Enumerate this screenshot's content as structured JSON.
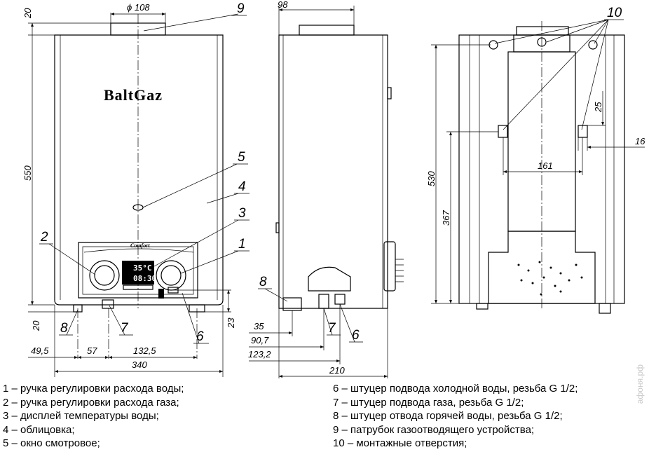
{
  "brand": "BaltGaz",
  "model_badge": "Comfort",
  "display": {
    "temperature": "35°C",
    "time": "08:30"
  },
  "front_dims": {
    "flue_diameter": "ϕ 108",
    "top_gap": "20",
    "height": "550",
    "bottom_gap": "20",
    "offset_a": "49,5",
    "offset_b": "57",
    "offset_c": "132,5",
    "width": "340",
    "nozzle_height": "23"
  },
  "side_dims": {
    "flue_depth": "98",
    "d1": "35",
    "d2": "90,7",
    "d3": "123,2",
    "depth": "210"
  },
  "rear_dims": {
    "height": "530",
    "lower": "367",
    "hole_spacing": "161",
    "hole_v": "25",
    "hole_h": "16"
  },
  "callouts": [
    "1",
    "2",
    "3",
    "4",
    "5",
    "6",
    "7",
    "8",
    "9",
    "10"
  ],
  "legend_left": [
    "1 – ручка регулировки расхода воды;",
    "2 – ручка регулировки расхода газа;",
    "3 – дисплей температуры воды;",
    "4 – облицовка;",
    "5 – окно смотровое;"
  ],
  "legend_right": [
    "6 – штуцер подвода холодной воды, резьба G 1/2;",
    "7 – штуцер подвода газа, резьба G 1/2;",
    "8 – штуцер отвода горячей воды, резьба G 1/2;",
    "9 – патрубок газоотводящего устройства;",
    "10 – монтажные отверстия;"
  ],
  "watermark": "афоня.рф"
}
